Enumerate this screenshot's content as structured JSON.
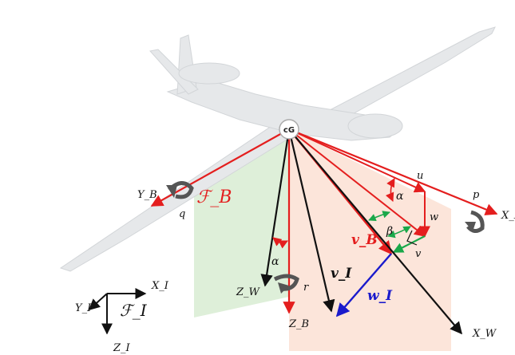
{
  "frames": {
    "body": "ℱ_B",
    "inertial": "ℱ_I"
  },
  "center_of_gravity": "cG",
  "axes": {
    "X_B": "X_B",
    "Y_B": "Y_B",
    "Z_B": "Z_B",
    "X_W": "X_W",
    "Z_W": "Z_W",
    "X_I": "X_I",
    "Y_I": "Y_I",
    "Z_I": "Z_I"
  },
  "rates": {
    "p": "p",
    "q": "q",
    "r": "r"
  },
  "velocity_components": {
    "u": "u",
    "v": "v",
    "w": "w"
  },
  "angles": {
    "alpha_top": "α",
    "alpha_bottom": "α",
    "beta": "β"
  },
  "vectors": {
    "v_B": "v_B",
    "v_I": "v_I",
    "w_I": "w_I"
  },
  "colors": {
    "body_frame": "#e41e1e",
    "wind_frame": "#111111",
    "wind_vector": "#1a1acc",
    "angle_marker": "#1aa84a",
    "plane_green": "#d8ecd2",
    "plane_orange": "#fbe1d3",
    "aircraft": "#e6e8ea"
  }
}
